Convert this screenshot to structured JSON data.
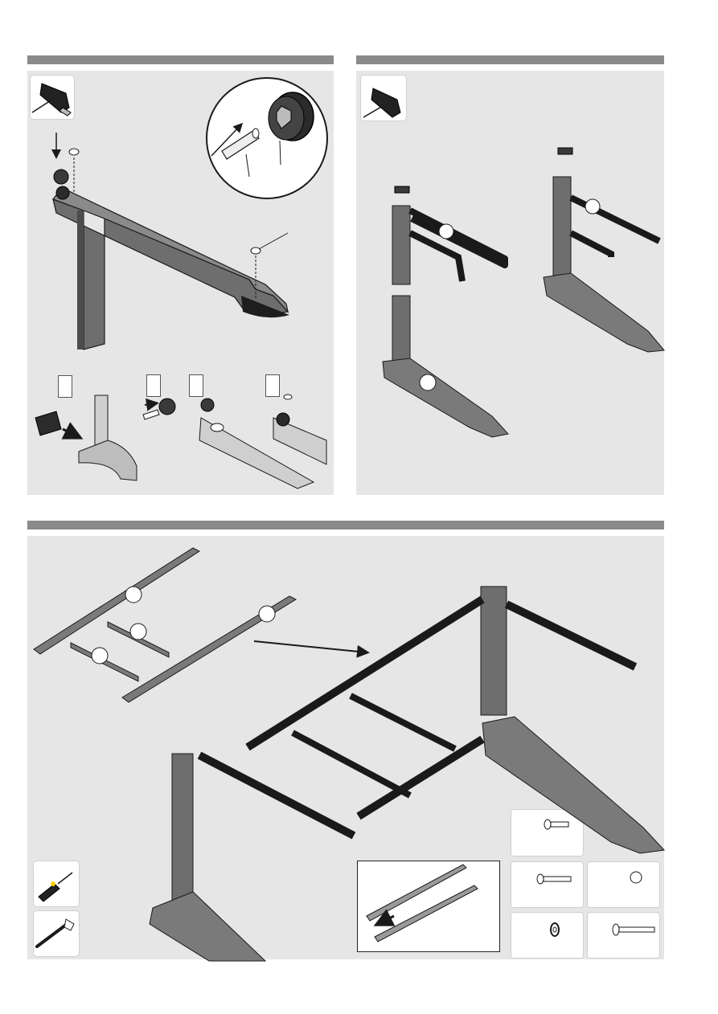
{
  "page": {
    "background": "#ffffff",
    "panel_color": "#e6e6e6",
    "header_bar_color": "#8a8a8a",
    "frame_color": "#6b6b6b",
    "outline_color": "#1a1a1a"
  },
  "step1": {
    "tool_icon": "hammer-icon",
    "sub_steps": [
      "foot-cap-removal",
      "dowel-insert",
      "glide-mount",
      "glide-press"
    ]
  },
  "step2": {
    "tool_icon": "hammer-icon"
  },
  "step3": {
    "tools": [
      "screwdriver-icon",
      "wrench-icon"
    ],
    "hardware": [
      "short-screw-icon",
      "medium-screw-icon",
      "cap-nut-icon",
      "washer-icon",
      "long-bolt-icon"
    ]
  }
}
